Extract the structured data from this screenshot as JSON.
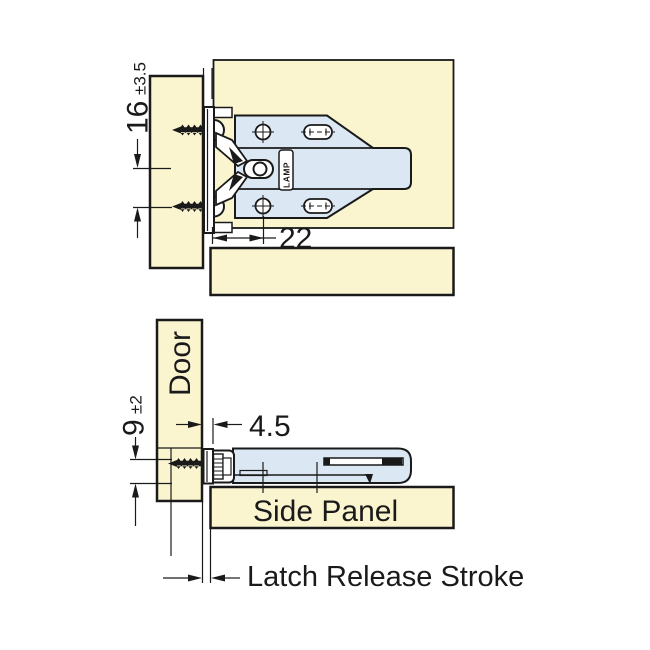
{
  "colors": {
    "panel": "#FAF5CF",
    "latch": "#DBE8F3",
    "line": "#1a1a1a",
    "background": "#ffffff"
  },
  "top_view": {
    "vertical_dim": {
      "value": "16",
      "tolerance": "±3.5"
    },
    "horizontal_dim": {
      "value": "22"
    },
    "logo": "LAMP"
  },
  "bottom_view": {
    "door_label": "Door",
    "side_panel_label": "Side Panel",
    "stroke_label": "Latch Release Stroke",
    "vertical_dim": {
      "value": "9",
      "tolerance": "±2"
    },
    "horizontal_dim": {
      "value": "4.5"
    }
  }
}
